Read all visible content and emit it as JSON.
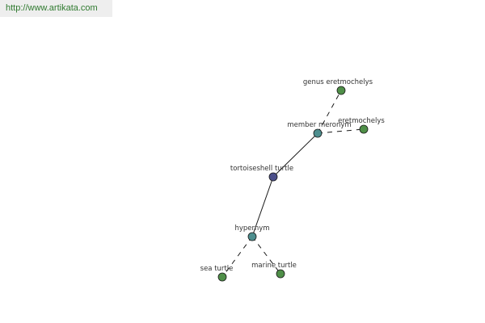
{
  "watermark": "http://www.artikata.com",
  "colors": {
    "root": "#4b4f8a",
    "relation": "#4e8f8f",
    "leaf": "#4f8f48"
  },
  "graph": {
    "nodes": [
      {
        "id": "root",
        "label": "tortoiseshell turtle",
        "kind": "root"
      },
      {
        "id": "member-meronym",
        "label": "member meronym",
        "kind": "relation"
      },
      {
        "id": "hypernym",
        "label": "hypernym",
        "kind": "relation"
      },
      {
        "id": "genus-eretmochelys",
        "label": "genus eretmochelys",
        "kind": "leaf"
      },
      {
        "id": "eretmochelys",
        "label": "eretmochelys",
        "kind": "leaf"
      },
      {
        "id": "sea-turtle",
        "label": "sea turtle",
        "kind": "leaf"
      },
      {
        "id": "marine-turtle",
        "label": "marine turtle",
        "kind": "leaf"
      }
    ],
    "edges": [
      {
        "from": "root",
        "to": "member-meronym",
        "style": "solid"
      },
      {
        "from": "root",
        "to": "hypernym",
        "style": "solid"
      },
      {
        "from": "member-meronym",
        "to": "genus-eretmochelys",
        "style": "dashed"
      },
      {
        "from": "member-meronym",
        "to": "eretmochelys",
        "style": "dashed"
      },
      {
        "from": "hypernym",
        "to": "sea-turtle",
        "style": "dashed"
      },
      {
        "from": "hypernym",
        "to": "marine-turtle",
        "style": "dashed"
      }
    ]
  }
}
